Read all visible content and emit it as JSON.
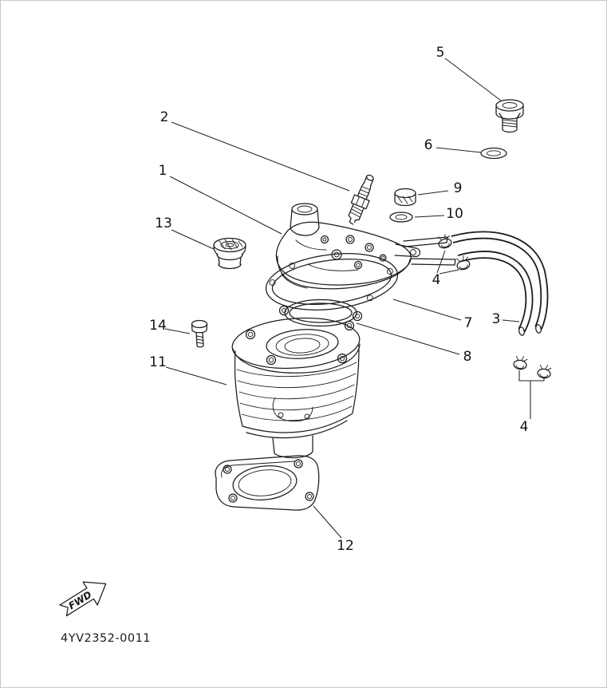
{
  "diagram": {
    "part_code": "4YV2352-0011",
    "fwd": "FWD",
    "labels": {
      "1": "1",
      "2": "2",
      "3": "3",
      "4": "4",
      "5": "5",
      "6": "6",
      "7": "7",
      "8": "8",
      "9": "9",
      "10": "10",
      "11": "11",
      "12": "12",
      "13": "13",
      "14": "14"
    }
  }
}
